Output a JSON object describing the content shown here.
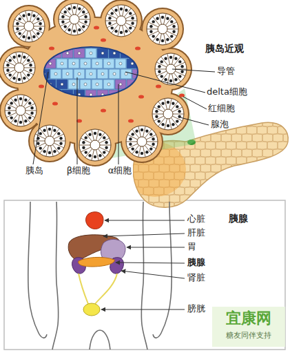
{
  "diagram": {
    "labels": [
      "胰岛近观",
      "导管",
      "delta细胞",
      "红细胞",
      "腺泡",
      "胰岛",
      "β细胞",
      "α细胞",
      "胰腺",
      "心脏",
      "肝脏",
      "胃",
      "胰腺",
      "肾脏",
      "膀胱",
      "宜康网",
      "糖友同伴支持"
    ]
  }
}
